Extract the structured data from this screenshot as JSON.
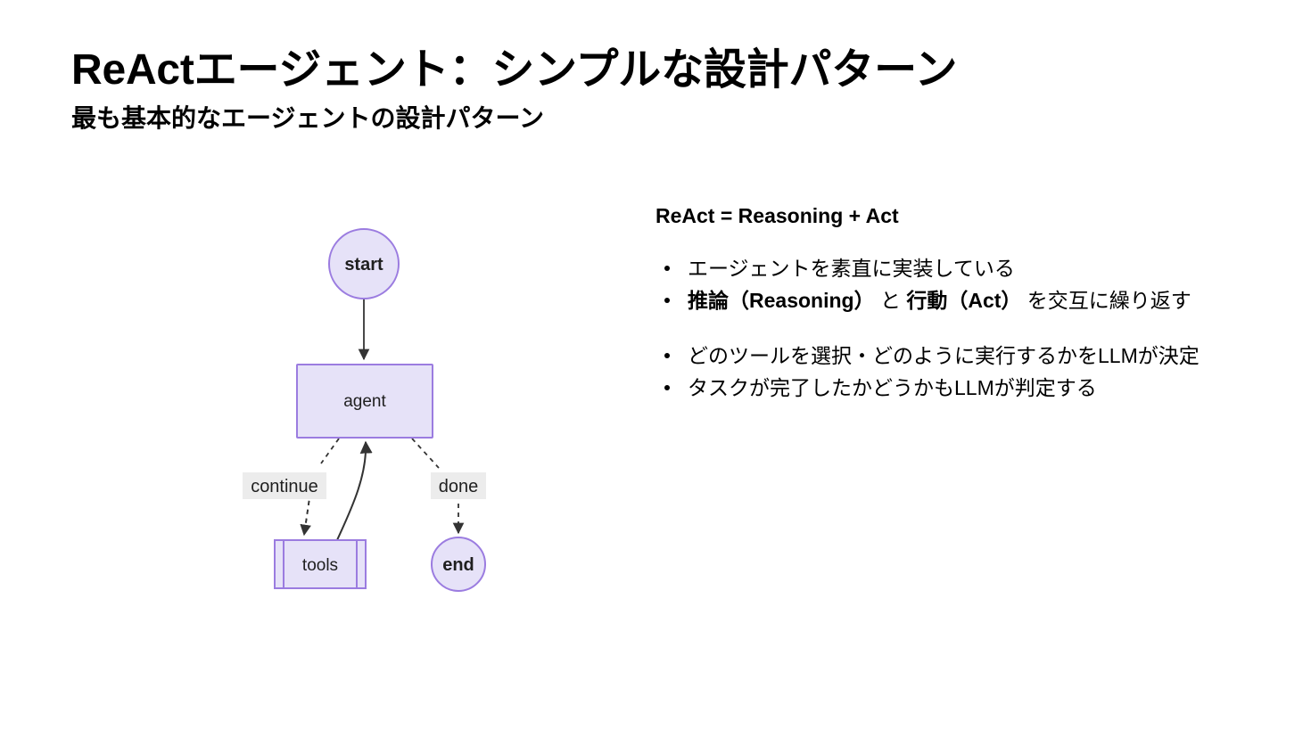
{
  "slide": {
    "title": "ReActエージェント：シンプルな設計パターン",
    "subtitle": "最も基本的なエージェントの設計パターン"
  },
  "content": {
    "heading": "ReAct = Reasoning + Act",
    "bullets": [
      {
        "id": "bullet-implementation",
        "segments": [
          {
            "text": "エージェントを素直に実装している",
            "bold": false
          }
        ]
      },
      {
        "id": "bullet-reasoning-act",
        "segments": [
          {
            "text": "推論（Reasoning）",
            "bold": true
          },
          {
            "text": " と ",
            "bold": false
          },
          {
            "text": "行動（Act）",
            "bold": true
          },
          {
            "text": " を交互に繰り返す",
            "bold": false
          }
        ]
      },
      {
        "id": "bullet-tool-selection",
        "segments": [
          {
            "text": "どのツールを選択・どのように実行するかをLLMが決定",
            "bold": false
          }
        ]
      },
      {
        "id": "bullet-task-completion",
        "segments": [
          {
            "text": "タスクが完了したかどうかもLLMが判定する",
            "bold": false
          }
        ]
      }
    ]
  },
  "diagram": {
    "nodes": [
      {
        "id": "start",
        "label": "start",
        "shape": "circle",
        "bold": true
      },
      {
        "id": "agent",
        "label": "agent",
        "shape": "rect",
        "bold": false
      },
      {
        "id": "tools",
        "label": "tools",
        "shape": "subroutine",
        "bold": false
      },
      {
        "id": "end",
        "label": "end",
        "shape": "circle",
        "bold": true
      }
    ],
    "edges": [
      {
        "id": "start-agent",
        "from": "start",
        "to": "agent",
        "label": "",
        "style": "solid"
      },
      {
        "id": "agent-tools",
        "from": "agent",
        "to": "tools",
        "label": "continue",
        "style": "dashed"
      },
      {
        "id": "agent-end",
        "from": "agent",
        "to": "end",
        "label": "done",
        "style": "dashed"
      },
      {
        "id": "tools-agent",
        "from": "tools",
        "to": "agent",
        "label": "",
        "style": "solid"
      }
    ],
    "colors": {
      "node_fill": "#e6e2f8",
      "node_stroke": "#9b7ce0",
      "edge_stroke": "#333333",
      "label_background": "#ececec"
    }
  }
}
